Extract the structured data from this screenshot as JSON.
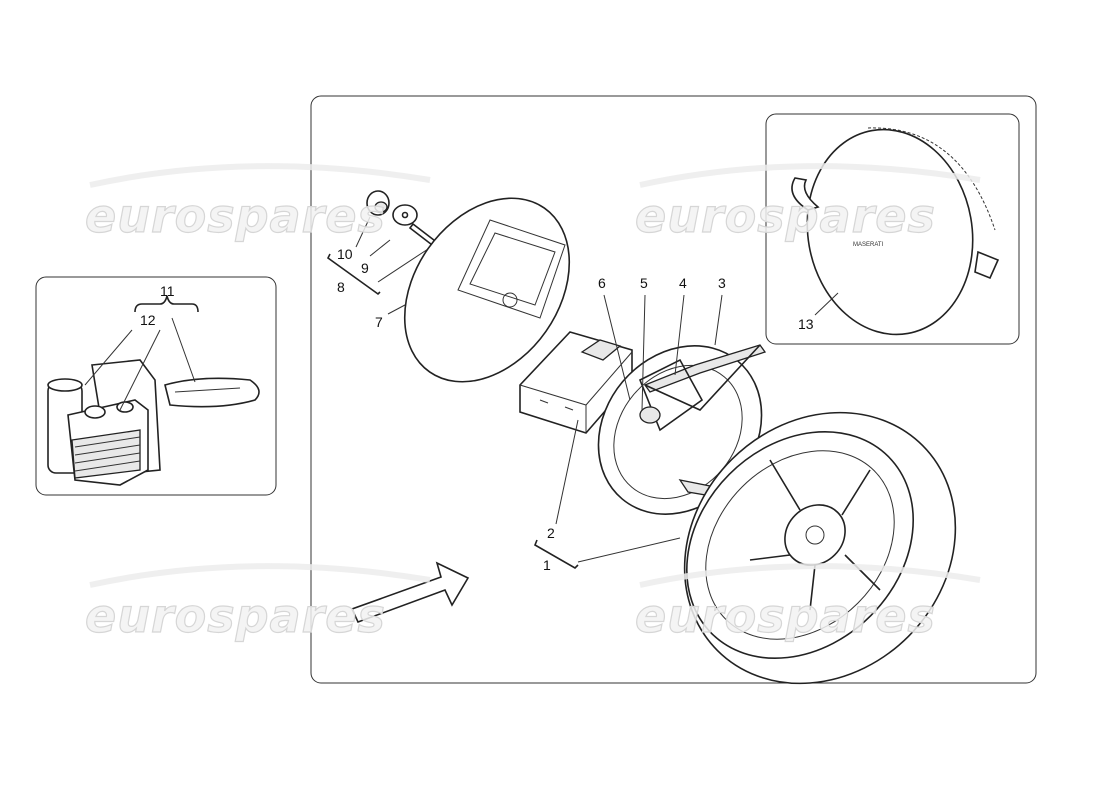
{
  "diagram": {
    "callouts": {
      "c1": "1",
      "c2": "2",
      "c3": "3",
      "c4": "4",
      "c5": "5",
      "c6": "6",
      "c7": "7",
      "c8": "8",
      "c9": "9",
      "c10": "10",
      "c11": "11",
      "c12": "12",
      "c13": "13"
    },
    "bag_logo_text": "MASERATI",
    "watermark": "eurospares",
    "colors": {
      "line": "#222222",
      "frame": "#333333",
      "watermark": "#e6e6e6"
    }
  }
}
